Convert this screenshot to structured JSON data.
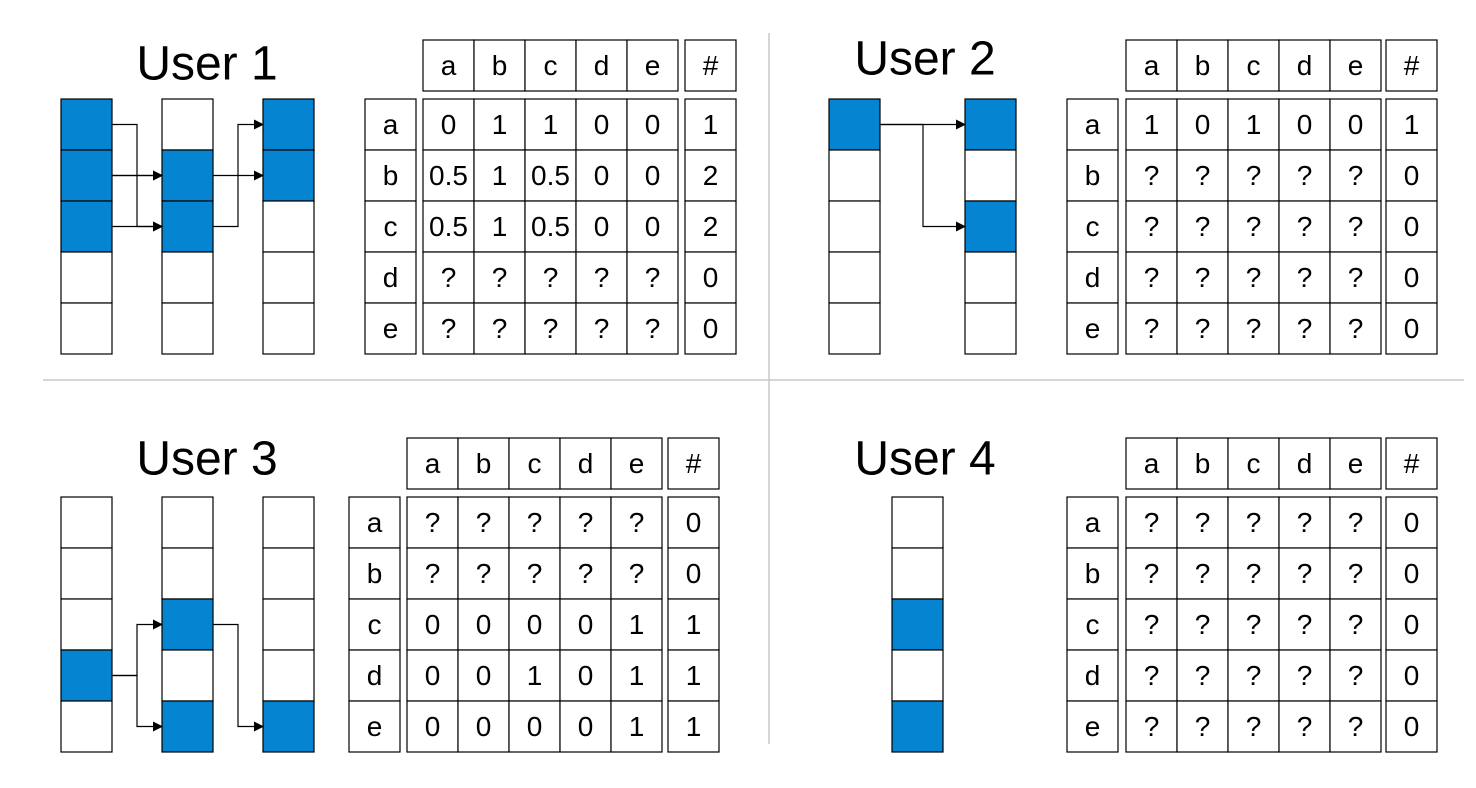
{
  "colors": {
    "filled": "#0484d1",
    "empty": "#ffffff",
    "line": "#000000",
    "divider": "#c8c8c8"
  },
  "panels": [
    {
      "title": "User 1",
      "header": [
        "a",
        "b",
        "c",
        "d",
        "e"
      ],
      "count_header": "#",
      "rows": [
        {
          "label": "a",
          "cells": [
            "0",
            "1",
            "1",
            "0",
            "0"
          ],
          "count": "1"
        },
        {
          "label": "b",
          "cells": [
            "0.5",
            "1",
            "0.5",
            "0",
            "0"
          ],
          "count": "2"
        },
        {
          "label": "c",
          "cells": [
            "0.5",
            "1",
            "0.5",
            "0",
            "0"
          ],
          "count": "2"
        },
        {
          "label": "d",
          "cells": [
            "?",
            "?",
            "?",
            "?",
            "?"
          ],
          "count": "0"
        },
        {
          "label": "e",
          "cells": [
            "?",
            "?",
            "?",
            "?",
            "?"
          ],
          "count": "0"
        }
      ],
      "columns": [
        [
          1,
          1,
          1,
          0,
          0
        ],
        [
          0,
          1,
          1,
          0,
          0
        ],
        [
          1,
          1,
          0,
          0,
          0
        ]
      ],
      "links": [
        {
          "from": [
            0,
            0
          ],
          "to": [
            1,
            1
          ]
        },
        {
          "from": [
            0,
            1
          ],
          "to": [
            1,
            1
          ]
        },
        {
          "from": [
            0,
            1
          ],
          "to": [
            1,
            2
          ]
        },
        {
          "from": [
            0,
            2
          ],
          "to": [
            1,
            2
          ]
        },
        {
          "from": [
            1,
            1
          ],
          "to": [
            2,
            1
          ]
        },
        {
          "from": [
            1,
            2
          ],
          "to": [
            2,
            0
          ]
        }
      ]
    },
    {
      "title": "User 2",
      "header": [
        "a",
        "b",
        "c",
        "d",
        "e"
      ],
      "count_header": "#",
      "rows": [
        {
          "label": "a",
          "cells": [
            "1",
            "0",
            "1",
            "0",
            "0"
          ],
          "count": "1"
        },
        {
          "label": "b",
          "cells": [
            "?",
            "?",
            "?",
            "?",
            "?"
          ],
          "count": "0"
        },
        {
          "label": "c",
          "cells": [
            "?",
            "?",
            "?",
            "?",
            "?"
          ],
          "count": "0"
        },
        {
          "label": "d",
          "cells": [
            "?",
            "?",
            "?",
            "?",
            "?"
          ],
          "count": "0"
        },
        {
          "label": "e",
          "cells": [
            "?",
            "?",
            "?",
            "?",
            "?"
          ],
          "count": "0"
        }
      ],
      "columns": [
        [
          1,
          0,
          0,
          0,
          0
        ],
        [
          1,
          0,
          1,
          0,
          0
        ]
      ],
      "links": [
        {
          "from": [
            0,
            0
          ],
          "to": [
            1,
            0
          ]
        },
        {
          "from": [
            0,
            0
          ],
          "to": [
            1,
            2
          ]
        }
      ]
    },
    {
      "title": "User 3",
      "header": [
        "a",
        "b",
        "c",
        "d",
        "e"
      ],
      "count_header": "#",
      "rows": [
        {
          "label": "a",
          "cells": [
            "?",
            "?",
            "?",
            "?",
            "?"
          ],
          "count": "0"
        },
        {
          "label": "b",
          "cells": [
            "?",
            "?",
            "?",
            "?",
            "?"
          ],
          "count": "0"
        },
        {
          "label": "c",
          "cells": [
            "0",
            "0",
            "0",
            "0",
            "1"
          ],
          "count": "1"
        },
        {
          "label": "d",
          "cells": [
            "0",
            "0",
            "1",
            "0",
            "1"
          ],
          "count": "1"
        },
        {
          "label": "e",
          "cells": [
            "0",
            "0",
            "0",
            "0",
            "1"
          ],
          "count": "1"
        }
      ],
      "columns": [
        [
          0,
          0,
          0,
          1,
          0
        ],
        [
          0,
          0,
          1,
          0,
          1
        ],
        [
          0,
          0,
          0,
          0,
          1
        ]
      ],
      "links": [
        {
          "from": [
            0,
            3
          ],
          "to": [
            1,
            2
          ]
        },
        {
          "from": [
            0,
            3
          ],
          "to": [
            1,
            4
          ]
        },
        {
          "from": [
            1,
            2
          ],
          "to": [
            2,
            4
          ]
        }
      ]
    },
    {
      "title": "User 4",
      "header": [
        "a",
        "b",
        "c",
        "d",
        "e"
      ],
      "count_header": "#",
      "rows": [
        {
          "label": "a",
          "cells": [
            "?",
            "?",
            "?",
            "?",
            "?"
          ],
          "count": "0"
        },
        {
          "label": "b",
          "cells": [
            "?",
            "?",
            "?",
            "?",
            "?"
          ],
          "count": "0"
        },
        {
          "label": "c",
          "cells": [
            "?",
            "?",
            "?",
            "?",
            "?"
          ],
          "count": "0"
        },
        {
          "label": "d",
          "cells": [
            "?",
            "?",
            "?",
            "?",
            "?"
          ],
          "count": "0"
        },
        {
          "label": "e",
          "cells": [
            "?",
            "?",
            "?",
            "?",
            "?"
          ],
          "count": "0"
        }
      ],
      "columns": [
        [
          0,
          0,
          1,
          0,
          1
        ]
      ],
      "links": []
    }
  ]
}
